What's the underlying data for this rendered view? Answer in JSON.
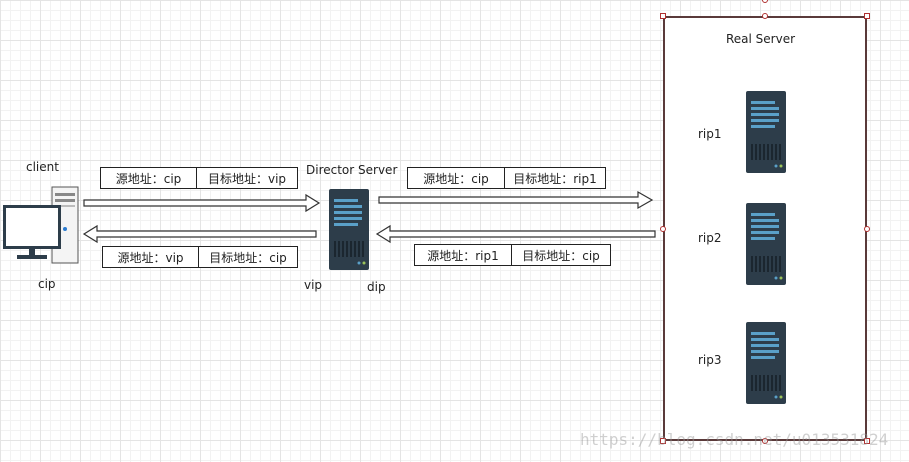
{
  "client": {
    "name": "client",
    "ip": "cip"
  },
  "director": {
    "name": "Director Server",
    "vip": "vip",
    "dip": "dip"
  },
  "real_server": {
    "title": "Real Server",
    "nodes": [
      "rip1",
      "rip2",
      "rip3"
    ]
  },
  "packets": {
    "client_to_director": {
      "src": "源地址：cip",
      "dst": "目标地址：vip"
    },
    "director_to_client": {
      "src": "源地址：vip",
      "dst": "目标地址：cip"
    },
    "director_to_real": {
      "src": "源地址：cip",
      "dst": "目标地址：rip1"
    },
    "real_to_director": {
      "src": "源地址：rip1",
      "dst": "目标地址：cip"
    }
  },
  "watermark": "https://blog.csdn.net/u013531824",
  "colors": {
    "server_body": "#2d3d4a",
    "server_bar": "#5aa0c8",
    "selection": "#b03030"
  }
}
